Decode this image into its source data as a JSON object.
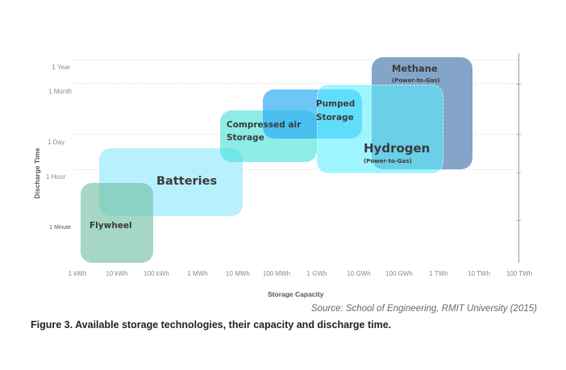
{
  "chart_data": {
    "type": "range-boxes",
    "title": "",
    "xlabel": "Storage Capacity",
    "ylabel": "Discharge Time",
    "x_ticks": [
      "1 kWh",
      "10 kWh",
      "100 kWh",
      "1 MWh",
      "10 MWh",
      "100 MWh",
      "1 GWh",
      "10 GWh",
      "100 GWh",
      "1 TWh",
      "10 TWh",
      "100 TWh"
    ],
    "y_ticks": [
      "1 Minute",
      "1 Hour",
      "1 Day",
      "1 Month",
      "1 Year"
    ],
    "x_scale": "log",
    "grid": "horizontal dashed",
    "series": [
      {
        "name": "Flywheel",
        "capacity_range": [
          "~1 kWh",
          "~100 kWh"
        ],
        "discharge_range": [
          "<1 Minute",
          "~1 Hour"
        ],
        "color": "#7fc6a8"
      },
      {
        "name": "Batteries",
        "capacity_range": [
          "~10 kWh",
          "~10 MWh"
        ],
        "discharge_range": [
          "~Minutes",
          "~1 Day"
        ],
        "color": "#a8ecfb"
      },
      {
        "name": "Compressed air Storage",
        "capacity_range": [
          "~10 MWh",
          "~1 GWh"
        ],
        "discharge_range": [
          "~Hours",
          "~1 Day+"
        ],
        "color": "#5ee0dc"
      },
      {
        "name": "Pumped Storage",
        "capacity_range": [
          "~100 MWh",
          "~10 GWh"
        ],
        "discharge_range": [
          "~Hours",
          "~Weeks"
        ],
        "color": "#4fbdf5"
      },
      {
        "name": "Hydrogen (Power-to-Gas)",
        "capacity_range": [
          "~1 GWh",
          "~1 TWh"
        ],
        "discharge_range": [
          "~Hours",
          "~Months"
        ],
        "color": "#66f0ff"
      },
      {
        "name": "Methane (Power-to-Gas)",
        "capacity_range": [
          "~100 GWh",
          "~10 TWh"
        ],
        "discharge_range": [
          "~Hours",
          "~1 Year"
        ],
        "color": "#7b9fc4"
      }
    ]
  },
  "axes": {
    "y_title": "Discharge Time",
    "x_title": "Storage Capacity",
    "y_labels": {
      "year": "1 Year",
      "month": "1 Month",
      "day": "1 Day",
      "hour": "1 Hour",
      "minute": "1 Minute"
    },
    "x_labels": [
      "1 kWh",
      "10 kWh",
      "100 kWh",
      "1 MWh",
      "10 MWh",
      "100 MWh",
      "1 GWh",
      "10 GWh",
      "100 GWh",
      "1 TWh",
      "10 TWh",
      "100 TWh"
    ]
  },
  "boxes": {
    "methane": {
      "title": "Methane",
      "sub": "(Power-to-Gas)"
    },
    "hydrogen": {
      "title": "Hydrogen",
      "sub": "(Power-to-Gas)"
    },
    "pumped": {
      "line1": "Pumped",
      "line2": "Storage"
    },
    "compressed": {
      "line1": "Compressed air",
      "line2": "Storage"
    },
    "batteries": {
      "title": "Batteries"
    },
    "flywheel": {
      "title": "Flywheel"
    }
  },
  "source": "Source: School of Engineering, RMIT University (2015)",
  "caption": "Figure 3. Available storage technologies, their capacity and discharge time."
}
